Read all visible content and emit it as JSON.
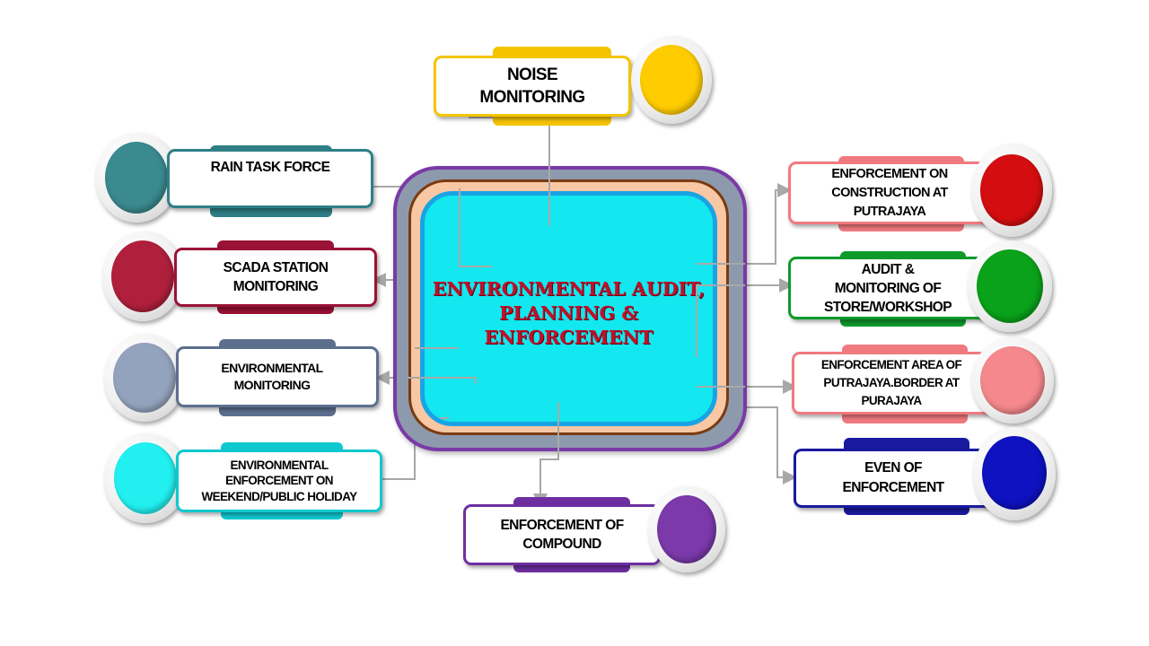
{
  "center": {
    "title": "ENVIRONMENTAL  AUDIT,\nPLANNING &\nENFORCEMENT"
  },
  "nodes": {
    "noise": {
      "label": "NOISE\nMONITORING",
      "color": "#f5c400",
      "ball": "#ffcc00"
    },
    "rain": {
      "label": "RAIN TASK FORCE",
      "color": "#2f7f86",
      "ball": "#3a8a90"
    },
    "scada": {
      "label": "SCADA STATION\nMONITORING",
      "color": "#9a1236",
      "ball": "#b0203c"
    },
    "envmon": {
      "label": "ENVIRONMENTAL\nMONITORING",
      "color": "#5d6f8e",
      "ball": "#94a3bd"
    },
    "weekend": {
      "label": "ENVIRONMENTAL\nENFORCEMENT ON\nWEEKEND/PUBLIC HOLIDAY",
      "color": "#10c8cf",
      "ball": "#22f0f0"
    },
    "compound": {
      "label": "ENFORCEMENT OF\nCOMPOUND",
      "color": "#6e2fa1",
      "ball": "#7b39aa"
    },
    "construction": {
      "label": "ENFORCEMENT ON\nCONSTRUCTION AT\nPUTRAJAYA",
      "color": "#f07a80",
      "ball": "#d40e10"
    },
    "audit": {
      "label": "AUDIT &\nMONITORING OF\nSTORE/WORKSHOP",
      "color": "#0f9a2c",
      "ball": "#0aa21a"
    },
    "area": {
      "label": "ENFORCEMENT AREA OF\nPUTRAJAYA.BORDER AT\nPURAJAYA",
      "color": "#f07a80",
      "ball": "#f4888c"
    },
    "even": {
      "label": "EVEN OF\nENFORCEMENT",
      "color": "#1a1a9e",
      "ball": "#0e12c0"
    }
  }
}
